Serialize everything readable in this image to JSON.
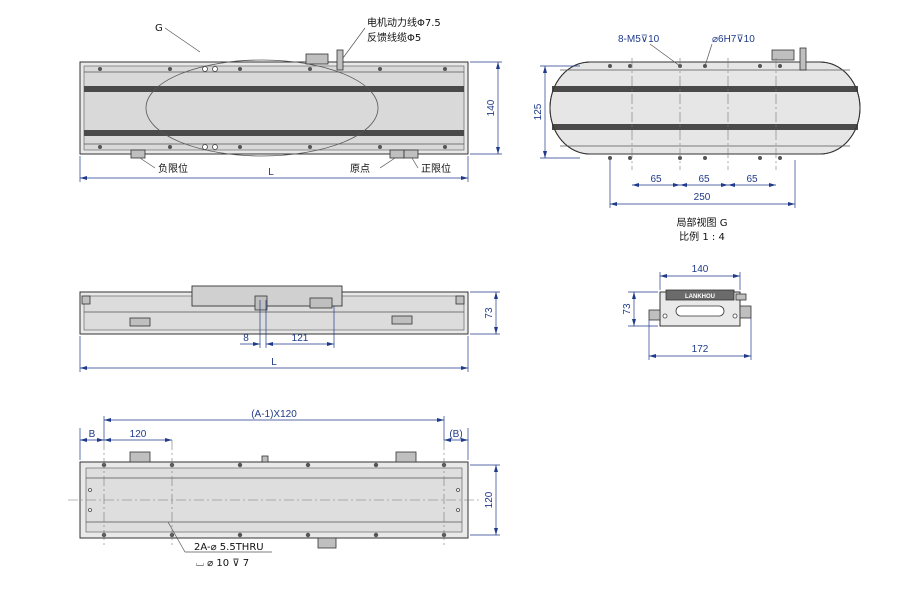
{
  "view_top": {
    "callout_letter": "G",
    "cable_note": [
      "电机动力线Φ7.5",
      "反馈线缆Φ5"
    ],
    "neg_limit_label": "负限位",
    "origin_label": "原点",
    "pos_limit_label": "正限位",
    "length_label": "L",
    "height_label": "140"
  },
  "view_detail": {
    "screw_label": "8-M5⊽10",
    "pin_label": "⌀6H7⊽10",
    "height_label": "125",
    "spacing_labels": [
      "65",
      "65",
      "65"
    ],
    "width_label": "250",
    "caption_line1": "局部视图 G",
    "caption_line2": "比例 1 : 4"
  },
  "view_side": {
    "height_label": "73",
    "offset_label": "8",
    "carriage_label": "121",
    "length_label": "L"
  },
  "view_end": {
    "top_width_label": "140",
    "height_label": "73",
    "bottom_width_label": "172",
    "brand": "LANKHOU"
  },
  "view_bottom": {
    "pitch_label": "(A-1)X120",
    "b_label": "B",
    "b_paren_label": "(B)",
    "first_pitch_label": "120",
    "height_label": "120",
    "hole_note_line1": "2A-⌀ 5.5THRU",
    "hole_note_line2": "⌴ ⌀ 10 ⊽ 7"
  },
  "colors": {
    "dimension": "#1f3a8a",
    "outline": "#333333",
    "belt": "#4a4a4a"
  }
}
